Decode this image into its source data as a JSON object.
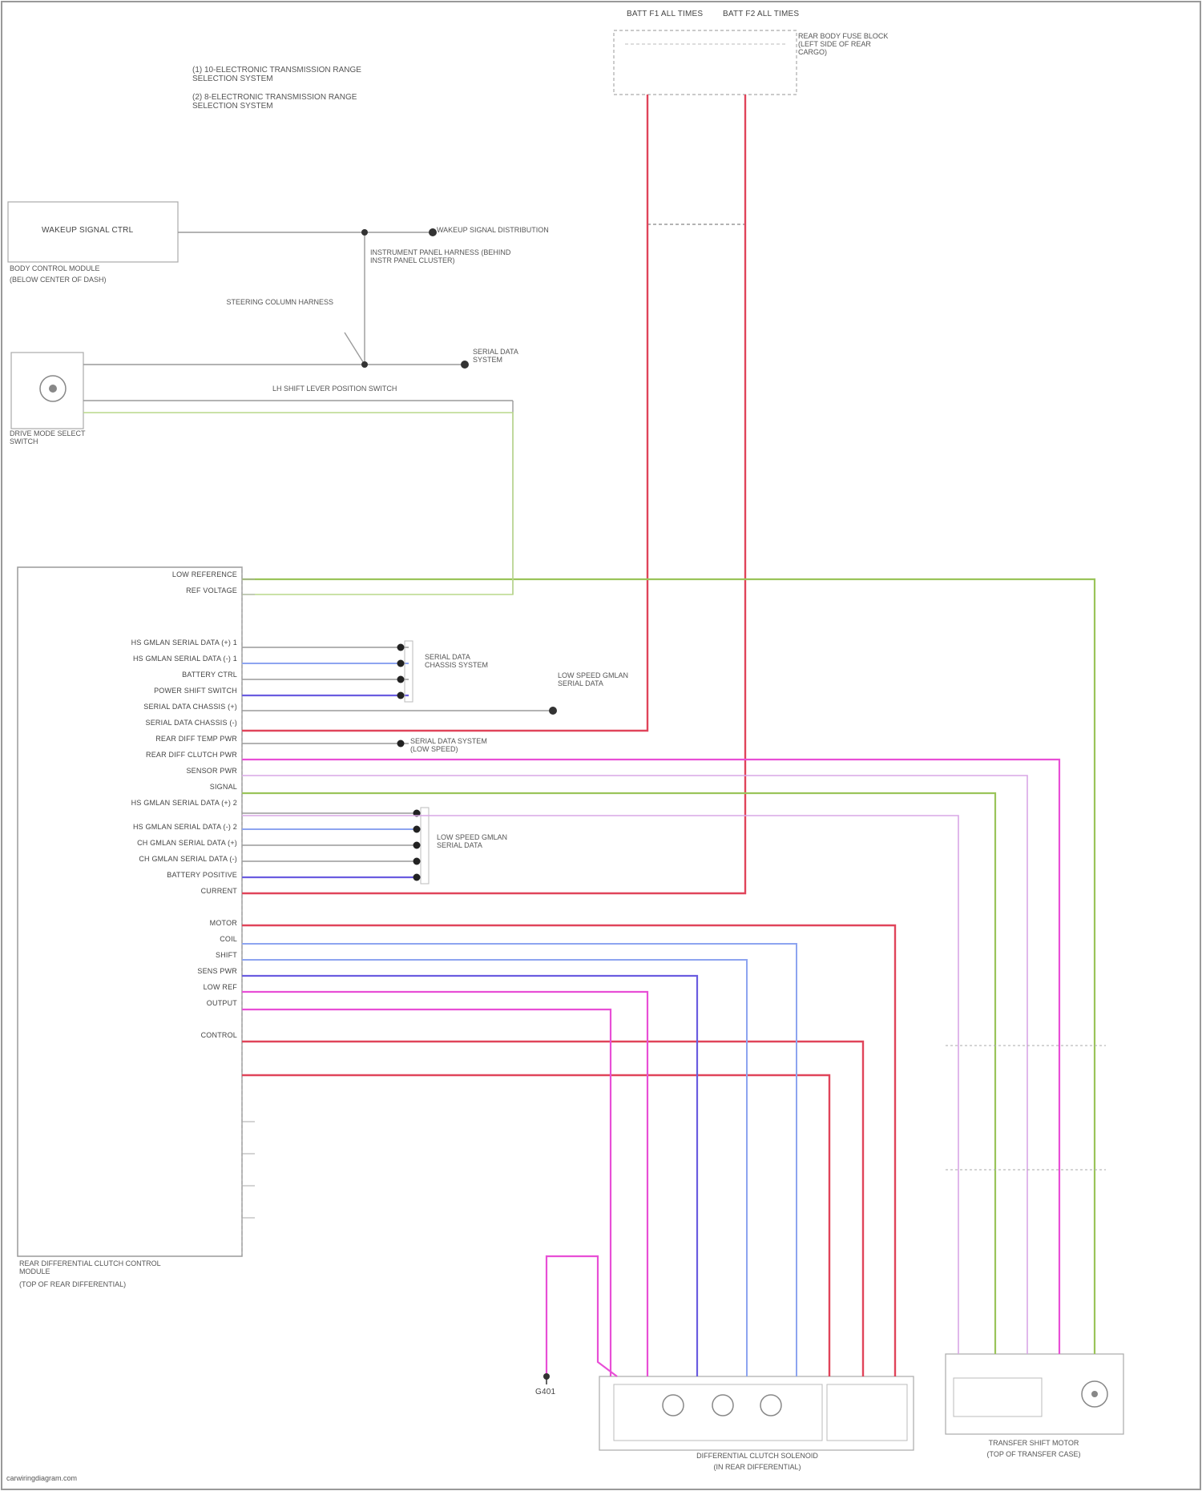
{
  "colors": {
    "red": "#e0445a",
    "pink": "#e84fd6",
    "blue": "#6a5ce0",
    "lightblue": "#8da4f0",
    "green": "#9ac45a",
    "gray": "#8a8a8a"
  },
  "legend": {
    "line1": "(1) 10-ELECTRONIC TRANSMISSION RANGE SELECTION SYSTEM",
    "line2": "(2) 8-ELECTRONIC TRANSMISSION RANGE SELECTION SYSTEM"
  },
  "top_fuses": {
    "left_title": "BATT F1 ALL TIMES",
    "right_title": "BATT F2 ALL TIMES",
    "right_desc": "REAR BODY FUSE BLOCK (LEFT SIDE OF REAR CARGO)"
  },
  "bcm": {
    "label": "BODY CONTROL MODULE",
    "sublabel": "(BELOW CENTER OF DASH)",
    "pin_label": "WAKEUP SIGNAL CTRL"
  },
  "junctions": {
    "j1_desc": "INSTRUMENT PANEL HARNESS (BEHIND INSTR PANEL CLUSTER)",
    "j2_desc": "STEERING COLUMN HARNESS",
    "wake_network": "WAKEUP SIGNAL DISTRIBUTION",
    "data_network": "SERIAL DATA SYSTEM"
  },
  "drive_mode": {
    "label": "DRIVE MODE SELECT SWITCH",
    "switch_name": "LH SHIFT LEVER POSITION SWITCH"
  },
  "rdcm": {
    "label": "REAR DIFFERENTIAL CLUTCH CONTROL MODULE",
    "sublabel": "(TOP OF REAR DIFFERENTIAL)",
    "pins": [
      "LOW REFERENCE",
      "REF VOLTAGE",
      "HS GMLAN SERIAL DATA (+) 1",
      "HS GMLAN SERIAL DATA (-) 1",
      "BATTERY CTRL",
      "POWER SHIFT SWITCH",
      "SERIAL DATA CHASSIS (+)",
      "SERIAL DATA CHASSIS (-)",
      "REAR DIFF TEMP PWR",
      "REAR DIFF CLUTCH PWR",
      "SENSOR PWR",
      "SIGNAL",
      "HS GMLAN SERIAL DATA (+) 2",
      "HS GMLAN SERIAL DATA (-) 2",
      "CH GMLAN SERIAL DATA (+)",
      "CH GMLAN SERIAL DATA (-)",
      "BATTERY POSITIVE",
      "CURRENT",
      "MOTOR",
      "COIL",
      "SHIFT",
      "SENS PWR",
      "LOW REF",
      "OUTPUT",
      "CONTROL"
    ]
  },
  "actuator": {
    "label": "DIFFERENTIAL CLUTCH SOLENOID",
    "sublabel": "(IN REAR DIFFERENTIAL)"
  },
  "motor": {
    "label": "TRANSFER SHIFT MOTOR",
    "sublabel": "(TOP OF TRANSFER CASE)"
  },
  "ground": {
    "label": "G401"
  },
  "serial_notes": {
    "a": "SERIAL DATA CHASSIS SYSTEM",
    "b": "LOW SPEED GMLAN SERIAL DATA",
    "c": "SERIAL DATA SYSTEM (LOW SPEED)",
    "d": "LOW SPEED GMLAN SERIAL DATA"
  },
  "footer": "carwiringdiagram.com"
}
